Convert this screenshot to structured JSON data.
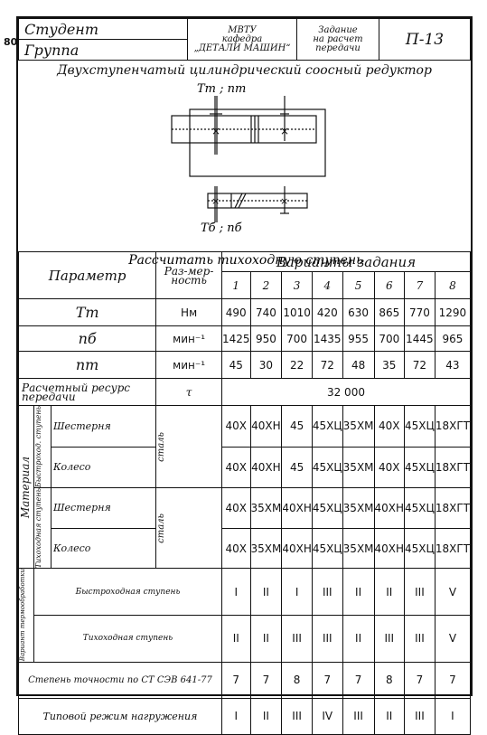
{
  "side_number": "80",
  "header": {
    "student_label": "Студент",
    "group_label": "Группа",
    "institution": "МВТУ",
    "department": "кафедра",
    "department_name": "„ДЕТАЛИ МАШИН“",
    "task_line1": "Задание",
    "task_line2": "на расчет",
    "task_line3": "передачи",
    "code": "П-13"
  },
  "title": "Двухступенчатый цилиндрический соосный редуктор",
  "diagram": {
    "top_label": "Tт ; nт",
    "bottom_label": "Tб ; nб"
  },
  "instruction": "Рассчитать тихоходную ступень",
  "table": {
    "param_header": "Параметр",
    "unit_header": "Раз-мер-ность",
    "variants_header": "Варианты задания",
    "variant_numbers": [
      "1",
      "2",
      "3",
      "4",
      "5",
      "6",
      "7",
      "8"
    ],
    "rows": [
      {
        "param": "Tт",
        "unit": "Нм",
        "values": [
          "490",
          "740",
          "1010",
          "420",
          "630",
          "865",
          "770",
          "1290"
        ]
      },
      {
        "param": "nб",
        "unit": "мин⁻¹",
        "values": [
          "1425",
          "950",
          "700",
          "1435",
          "955",
          "700",
          "1445",
          "965"
        ]
      },
      {
        "param": "nт",
        "unit": "мин⁻¹",
        "values": [
          "45",
          "30",
          "22",
          "72",
          "48",
          "35",
          "72",
          "43"
        ]
      }
    ],
    "resource": {
      "param": "Расчетный ресурс передачи",
      "unit": "τ",
      "value": "32 000"
    },
    "material_label": "Материал",
    "fast_stage_label": "Быстроход. ступень",
    "slow_stage_label": "Тихоходная ступень",
    "steel_label": "сталь",
    "material_rows": [
      {
        "part": "Шестерня",
        "values": [
          "40Х",
          "40ХН",
          "45",
          "45ХЦ",
          "35ХМ",
          "40Х",
          "45ХЦ",
          "18ХГТ"
        ]
      },
      {
        "part": "Колесо",
        "values": [
          "40Х",
          "40ХН",
          "45",
          "45ХЦ",
          "35ХМ",
          "40Х",
          "45ХЦ",
          "18ХГТ"
        ]
      },
      {
        "part": "Шестерня",
        "values": [
          "40Х",
          "35ХМ",
          "40ХН",
          "45ХЦ",
          "35ХМ",
          "40ХН",
          "45ХЦ",
          "18ХГТ"
        ]
      },
      {
        "part": "Колесо",
        "values": [
          "40Х",
          "35ХМ",
          "40ХН",
          "45ХЦ",
          "35ХМ",
          "40ХН",
          "45ХЦ",
          "18ХГТ"
        ]
      }
    ],
    "heat_label": "Вариант термообработки",
    "heat_rows": [
      {
        "stage": "Быстроходная ступень",
        "values": [
          "I",
          "II",
          "I",
          "III",
          "II",
          "II",
          "III",
          "V"
        ]
      },
      {
        "stage": "Тихоходная ступень",
        "values": [
          "II",
          "II",
          "III",
          "III",
          "II",
          "III",
          "III",
          "V"
        ]
      }
    ],
    "accuracy": {
      "param": "Степень точности по СТ СЭВ 641-77",
      "values": [
        "7",
        "7",
        "8",
        "7",
        "7",
        "8",
        "7",
        "7"
      ]
    },
    "load": {
      "param": "Типовой режим нагружения",
      "values": [
        "I",
        "II",
        "III",
        "IV",
        "III",
        "II",
        "III",
        "I"
      ]
    }
  }
}
